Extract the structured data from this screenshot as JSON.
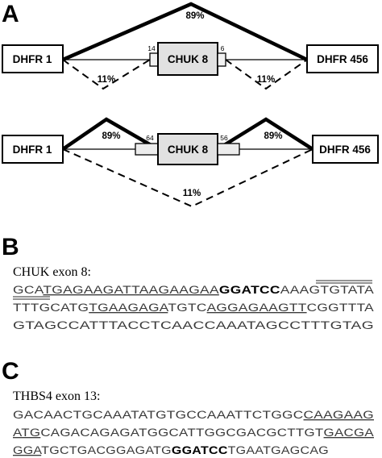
{
  "panelA": {
    "letter": "A",
    "diagram1": {
      "left_box": "DHFR 1",
      "center_box": "CHUK 8",
      "right_box": "DHFR 456",
      "left_flank_num": "14",
      "right_flank_num": "6",
      "top_arc_pct": "89%",
      "left_skip_pct": "11%",
      "right_skip_pct": "11%"
    },
    "diagram2": {
      "left_box": "DHFR 1",
      "center_box": "CHUK 8",
      "right_box": "DHFR 456",
      "left_flank_num": "64",
      "right_flank_num": "56",
      "left_arc_pct": "89%",
      "right_arc_pct": "89%",
      "bottom_skip_pct": "11%"
    }
  },
  "panelB": {
    "letter": "B",
    "title": "CHUK exon 8:",
    "lines": [
      [
        {
          "t": "GCA"
        },
        {
          "t": "TGAGAAGATTAAGAAGAA"
        },
        {
          "t": "GGATCC"
        },
        {
          "t": "AAAG"
        },
        {
          "t": "TGTATA"
        }
      ],
      [
        {
          "t": "TTTGCATG"
        },
        {
          "t": "TGAAGAGA"
        },
        {
          "t": "TGTC"
        },
        {
          "t": "AGGAGAAGTT"
        },
        {
          "t": "CGGTTTA"
        }
      ],
      [
        {
          "t": "GTAGCCATTTACCTCAACCAAATAGCCTTTGTAG"
        }
      ]
    ]
  },
  "panelC": {
    "letter": "C",
    "title": "THBS4 exon 13:",
    "lines": [
      [
        {
          "t": "GACAACTGCAAATATGTGCCAAATTCTGGC"
        },
        {
          "t": "CAAGAAG"
        }
      ],
      [
        {
          "t": "ATG"
        },
        {
          "t": "CAGACAGAGATGGCATTGGCGACGCTTGT"
        },
        {
          "t": "GACGA"
        }
      ],
      [
        {
          "t": "GGA"
        },
        {
          "t": "TGCTGACGGAGATG"
        },
        {
          "t": "GGATCC"
        },
        {
          "t": "TGAATGAGCAG"
        }
      ]
    ]
  }
}
